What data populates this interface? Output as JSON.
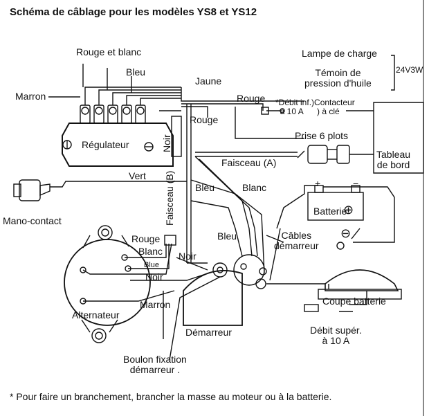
{
  "title": "Schéma de câblage pour les modèles YS8 et YS12",
  "labels": {
    "rouge_et_blanc": "Rouge et blanc",
    "bleu_top": "Bleu",
    "marron_left": "Marron",
    "jaune": "Jaune",
    "rouge_top": "Rouge",
    "rouge_mid": "Rouge",
    "noir_reg": "Noir",
    "regulateur": "Régulateur",
    "lampe_de_charge": "Lampe de charge",
    "temoin": "Témoin de\npression d'huile",
    "voltage": "24V3W",
    "debit_inf": "*Débit inf.)Contacteur\n  à 10 A      ) à clé",
    "prise": "Prise 6 plots",
    "tableau": "Tableau\nde bord",
    "faisceau_a": "Faisceau (A)",
    "vert": "Vert",
    "faisceau_b": "Faisceau (B)",
    "bleu_mid": "Bleu",
    "blanc_mid": "Blanc",
    "mano": "Mano-contact",
    "batterie": "Batterie",
    "cables": "Câbles\ndémarreur",
    "rouge_alt": "Rouge",
    "blanc_alt": "Blanc",
    "bleu_alt": "Blue",
    "noir_alt": "Noir",
    "noir_right": "Noir",
    "bleu_low": "Bleu",
    "marron_alt": "Marron",
    "alternateur": "Alternateur",
    "demarreur": "Démarreur",
    "coupe": "Coupe batterie",
    "debit_sup": "Débit supér.\nà 10 A",
    "boulon": "Boulon fixation\ndémarreur .",
    "footnote": "* Pour faire un branchement, brancher la masse au moteur ou à la batterie.",
    "plus": "+",
    "minus": "−",
    "plus_circ": "⊕",
    "minus_circ": "⊖"
  }
}
